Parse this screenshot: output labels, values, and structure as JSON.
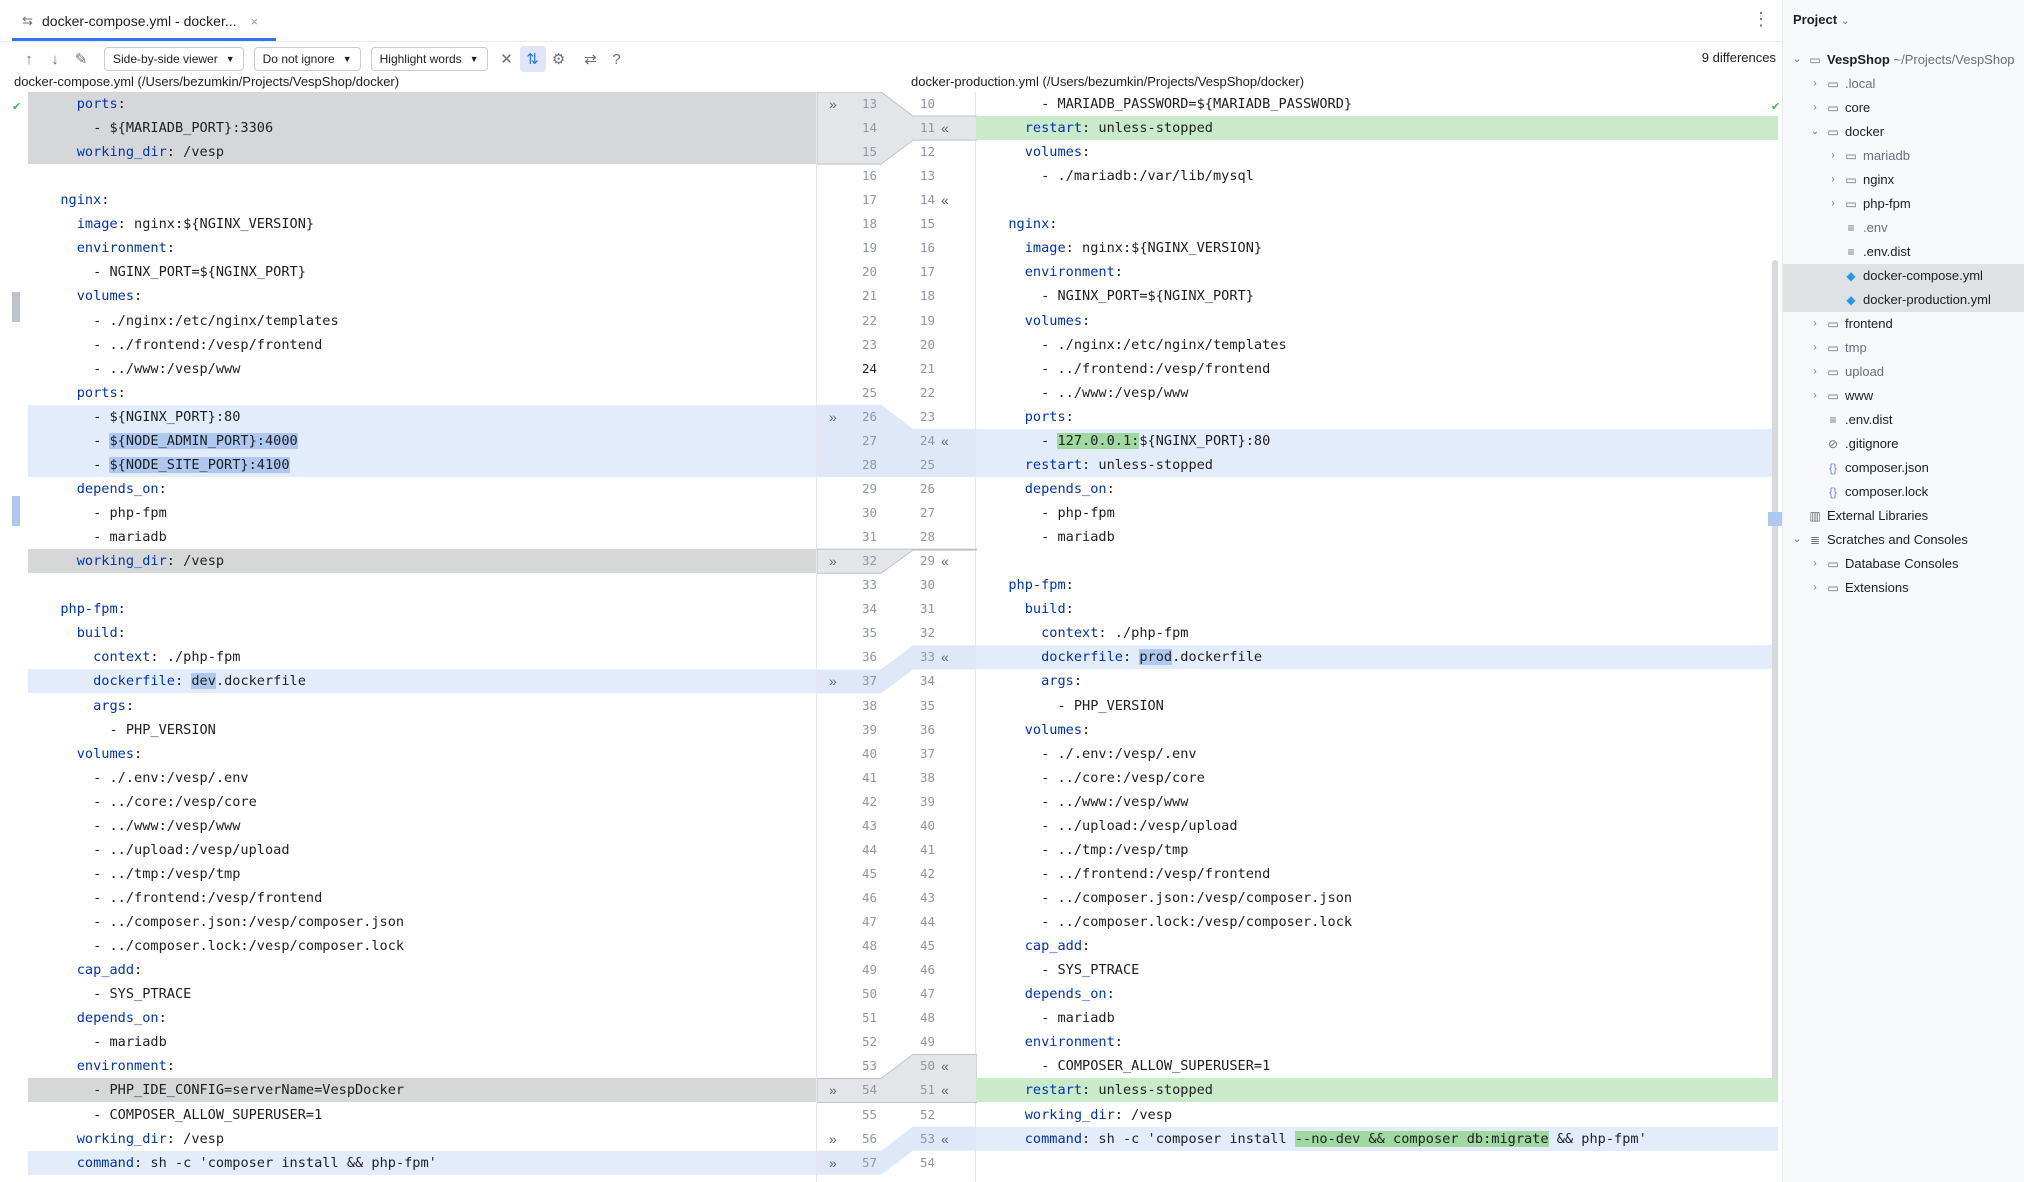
{
  "tab": {
    "title": "docker-compose.yml - docker...",
    "close": "×",
    "more": "⋮"
  },
  "toolbar": {
    "viewer": "Side-by-side viewer",
    "ignore": "Do not ignore",
    "highlight": "Highlight words",
    "help": "?",
    "differences": "9 differences"
  },
  "paths": {
    "left": "docker-compose.yml (/Users/bezumkin/Projects/VespShop/docker)",
    "right": "docker-production.yml (/Users/bezumkin/Projects/VespShop/docker)"
  },
  "left_lines": [
    {
      "n": "13",
      "text": "    ports:"
    },
    {
      "n": "14",
      "text": "      - ${MARIADB_PORT}:3306"
    },
    {
      "n": "15",
      "text": "    working_dir: /vesp"
    },
    {
      "n": "16",
      "text": ""
    },
    {
      "n": "17",
      "text": "  nginx:"
    },
    {
      "n": "18",
      "text": "    image: nginx:${NGINX_VERSION}"
    },
    {
      "n": "19",
      "text": "    environment:"
    },
    {
      "n": "20",
      "text": "      - NGINX_PORT=${NGINX_PORT}"
    },
    {
      "n": "21",
      "text": "    volumes:"
    },
    {
      "n": "22",
      "text": "      - ./nginx:/etc/nginx/templates"
    },
    {
      "n": "23",
      "text": "      - ../frontend:/vesp/frontend"
    },
    {
      "n": "24",
      "text": "      - ../www:/vesp/www"
    },
    {
      "n": "25",
      "text": "    ports:"
    },
    {
      "n": "26",
      "text": "      - ${NGINX_PORT}:80"
    },
    {
      "n": "27",
      "text": "      - ${NODE_ADMIN_PORT}:4000"
    },
    {
      "n": "28",
      "text": "      - ${NODE_SITE_PORT}:4100"
    },
    {
      "n": "29",
      "text": "    depends_on:"
    },
    {
      "n": "30",
      "text": "      - php-fpm"
    },
    {
      "n": "31",
      "text": "      - mariadb"
    },
    {
      "n": "32",
      "text": "    working_dir: /vesp"
    },
    {
      "n": "33",
      "text": ""
    },
    {
      "n": "34",
      "text": "  php-fpm:"
    },
    {
      "n": "35",
      "text": "    build:"
    },
    {
      "n": "36",
      "text": "      context: ./php-fpm"
    },
    {
      "n": "37",
      "text": "      dockerfile: dev.dockerfile"
    },
    {
      "n": "38",
      "text": "      args:"
    },
    {
      "n": "39",
      "text": "        - PHP_VERSION"
    },
    {
      "n": "40",
      "text": "    volumes:"
    },
    {
      "n": "41",
      "text": "      - ./.env:/vesp/.env"
    },
    {
      "n": "42",
      "text": "      - ../core:/vesp/core"
    },
    {
      "n": "43",
      "text": "      - ../www:/vesp/www"
    },
    {
      "n": "44",
      "text": "      - ../upload:/vesp/upload"
    },
    {
      "n": "45",
      "text": "      - ../tmp:/vesp/tmp"
    },
    {
      "n": "46",
      "text": "      - ../frontend:/vesp/frontend"
    },
    {
      "n": "47",
      "text": "      - ../composer.json:/vesp/composer.json"
    },
    {
      "n": "48",
      "text": "      - ../composer.lock:/vesp/composer.lock"
    },
    {
      "n": "49",
      "text": "    cap_add:"
    },
    {
      "n": "50",
      "text": "      - SYS_PTRACE"
    },
    {
      "n": "51",
      "text": "    depends_on:"
    },
    {
      "n": "52",
      "text": "      - mariadb"
    },
    {
      "n": "53",
      "text": "    environment:"
    },
    {
      "n": "54",
      "text": "      - PHP_IDE_CONFIG=serverName=VespDocker"
    },
    {
      "n": "55",
      "text": "      - COMPOSER_ALLOW_SUPERUSER=1"
    },
    {
      "n": "56",
      "text": "    working_dir: /vesp"
    },
    {
      "n": "57",
      "text": "    command: sh -c 'composer install && php-fpm'"
    }
  ],
  "right_lines": [
    {
      "n": "10",
      "text": "      - MARIADB_PASSWORD=${MARIADB_PASSWORD}"
    },
    {
      "n": "11",
      "text": "    restart: unless-stopped"
    },
    {
      "n": "12",
      "text": "    volumes:"
    },
    {
      "n": "13",
      "text": "      - ./mariadb:/var/lib/mysql"
    },
    {
      "n": "14",
      "text": ""
    },
    {
      "n": "15",
      "text": "  nginx:"
    },
    {
      "n": "16",
      "text": "    image: nginx:${NGINX_VERSION}"
    },
    {
      "n": "17",
      "text": "    environment:"
    },
    {
      "n": "18",
      "text": "      - NGINX_PORT=${NGINX_PORT}"
    },
    {
      "n": "19",
      "text": "    volumes:"
    },
    {
      "n": "20",
      "text": "      - ./nginx:/etc/nginx/templates"
    },
    {
      "n": "21",
      "text": "      - ../frontend:/vesp/frontend"
    },
    {
      "n": "22",
      "text": "      - ../www:/vesp/www"
    },
    {
      "n": "23",
      "text": "    ports:"
    },
    {
      "n": "24",
      "text": "      - 127.0.0.1:${NGINX_PORT}:80"
    },
    {
      "n": "25",
      "text": "    restart: unless-stopped"
    },
    {
      "n": "26",
      "text": "    depends_on:"
    },
    {
      "n": "27",
      "text": "      - php-fpm"
    },
    {
      "n": "28",
      "text": "      - mariadb"
    },
    {
      "n": "29",
      "text": ""
    },
    {
      "n": "30",
      "text": "  php-fpm:"
    },
    {
      "n": "31",
      "text": "    build:"
    },
    {
      "n": "32",
      "text": "      context: ./php-fpm"
    },
    {
      "n": "33",
      "text": "      dockerfile: prod.dockerfile"
    },
    {
      "n": "34",
      "text": "      args:"
    },
    {
      "n": "35",
      "text": "        - PHP_VERSION"
    },
    {
      "n": "36",
      "text": "    volumes:"
    },
    {
      "n": "37",
      "text": "      - ./.env:/vesp/.env"
    },
    {
      "n": "38",
      "text": "      - ../core:/vesp/core"
    },
    {
      "n": "39",
      "text": "      - ../www:/vesp/www"
    },
    {
      "n": "40",
      "text": "      - ../upload:/vesp/upload"
    },
    {
      "n": "41",
      "text": "      - ../tmp:/vesp/tmp"
    },
    {
      "n": "42",
      "text": "      - ../frontend:/vesp/frontend"
    },
    {
      "n": "43",
      "text": "      - ../composer.json:/vesp/composer.json"
    },
    {
      "n": "44",
      "text": "      - ../composer.lock:/vesp/composer.lock"
    },
    {
      "n": "45",
      "text": "    cap_add:"
    },
    {
      "n": "46",
      "text": "      - SYS_PTRACE"
    },
    {
      "n": "47",
      "text": "    depends_on:"
    },
    {
      "n": "48",
      "text": "      - mariadb"
    },
    {
      "n": "49",
      "text": "    environment:"
    },
    {
      "n": "50",
      "text": "      - COMPOSER_ALLOW_SUPERUSER=1"
    },
    {
      "n": "51",
      "text": "    restart: unless-stopped"
    },
    {
      "n": "52",
      "text": "    working_dir: /vesp"
    },
    {
      "n": "53",
      "text": "    command: sh -c 'composer install --no-dev && composer db:migrate && php-fpm'"
    },
    {
      "n": "54",
      "text": ""
    }
  ],
  "project": {
    "header": "Project",
    "root": "VespShop",
    "root_path": "~/Projects/VespShop",
    "items": [
      {
        "label": ".local",
        "type": "folder",
        "depth": 1,
        "dim": true
      },
      {
        "label": "core",
        "type": "folder",
        "depth": 1
      },
      {
        "label": "docker",
        "type": "folder-open",
        "depth": 1
      },
      {
        "label": "mariadb",
        "type": "folder",
        "depth": 2,
        "dim": true
      },
      {
        "label": "nginx",
        "type": "folder",
        "depth": 2
      },
      {
        "label": "php-fpm",
        "type": "folder",
        "depth": 2
      },
      {
        "label": ".env",
        "type": "file",
        "depth": 2,
        "dim": true,
        "noarrow": true
      },
      {
        "label": ".env.dist",
        "type": "file",
        "depth": 2,
        "noarrow": true
      },
      {
        "label": "docker-compose.yml",
        "type": "docker",
        "depth": 2,
        "sel": true,
        "noarrow": true
      },
      {
        "label": "docker-production.yml",
        "type": "docker",
        "depth": 2,
        "sel": true,
        "noarrow": true
      },
      {
        "label": "frontend",
        "type": "folder",
        "depth": 1
      },
      {
        "label": "tmp",
        "type": "folder",
        "depth": 1,
        "dim": true
      },
      {
        "label": "upload",
        "type": "folder",
        "depth": 1,
        "dim": true
      },
      {
        "label": "www",
        "type": "folder",
        "depth": 1
      },
      {
        "label": ".env.dist",
        "type": "file",
        "depth": 1,
        "noarrow": true
      },
      {
        "label": ".gitignore",
        "type": "ignore",
        "depth": 1,
        "noarrow": true
      },
      {
        "label": "composer.json",
        "type": "json",
        "depth": 1,
        "noarrow": true
      },
      {
        "label": "composer.lock",
        "type": "json",
        "depth": 1,
        "noarrow": true
      },
      {
        "label": "External Libraries",
        "type": "lib",
        "depth": 0,
        "noarrow": true
      },
      {
        "label": "Scratches and Consoles",
        "type": "scratch",
        "depth": 0,
        "open": true
      },
      {
        "label": "Database Consoles",
        "type": "folder",
        "depth": 1
      },
      {
        "label": "Extensions",
        "type": "folder",
        "depth": 1
      }
    ]
  },
  "colors": {
    "accent": "#3574f0",
    "changed": "#e3ecfb",
    "changed_word": "#aec8ef",
    "inserted": "#c9ebca",
    "deleted": "#d6d7d9",
    "keyword": "#0033b3"
  }
}
